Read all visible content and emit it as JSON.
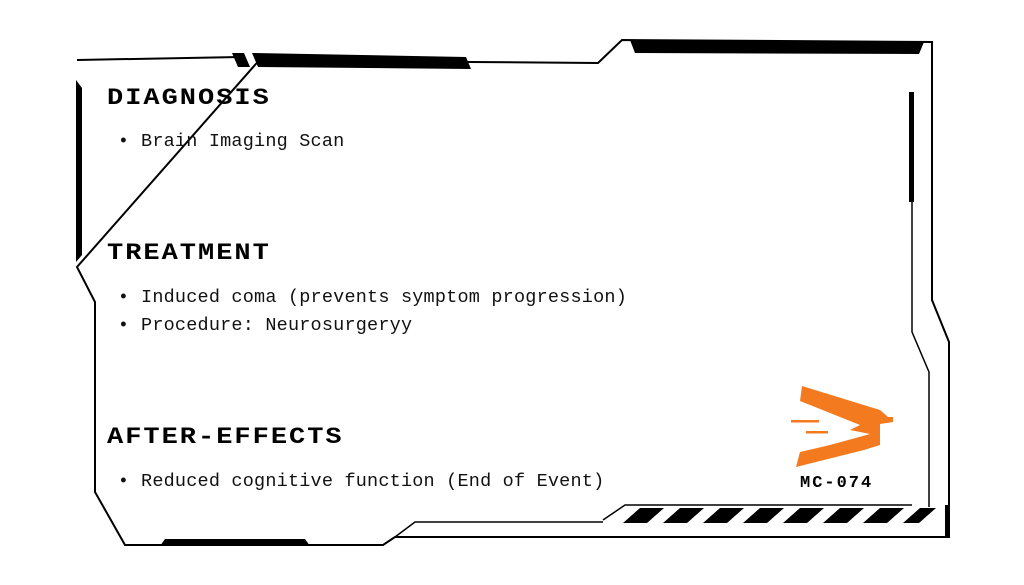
{
  "sections": [
    {
      "title": "DIAGNOSIS",
      "items": [
        "Brain Imaging Scan"
      ]
    },
    {
      "title": "TREATMENT",
      "items": [
        "Induced coma (prevents symptom progression)",
        "Procedure: Neurosurgeryy"
      ]
    },
    {
      "title": "AFTER-EFFECTS",
      "items": [
        "Reduced cognitive function (End of Event)"
      ]
    }
  ],
  "badge": {
    "code": "MC-074",
    "icon": "orange-chevron-logo",
    "color": "#F47A20"
  }
}
